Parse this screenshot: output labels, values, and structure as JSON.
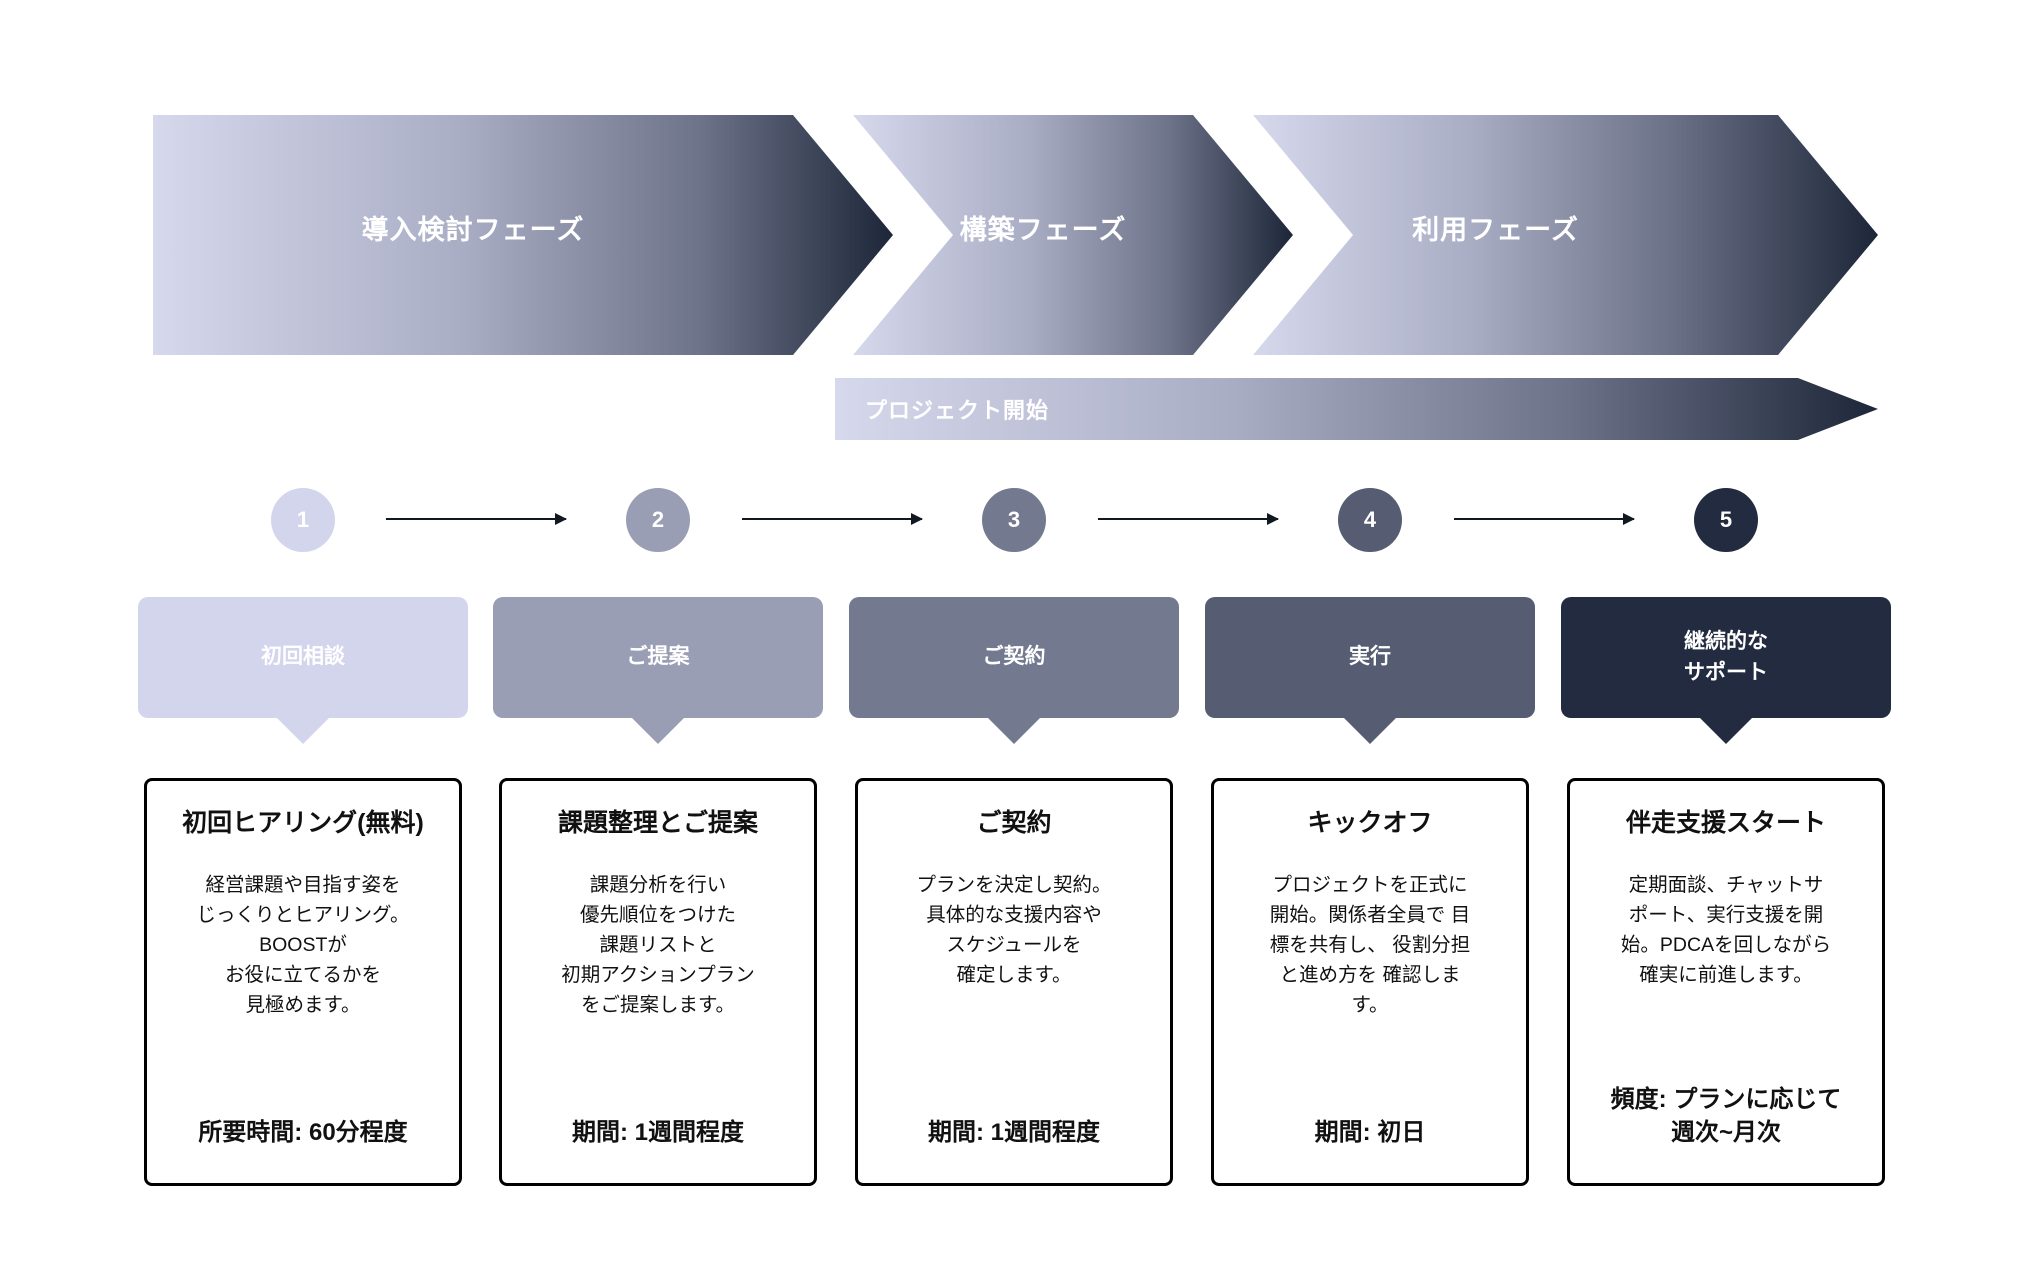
{
  "phases": [
    {
      "label": "導入検討フェーズ"
    },
    {
      "label": "構築フェーズ"
    },
    {
      "label": "利用フェーズ"
    }
  ],
  "project_start": {
    "label": "プロジェクト開始"
  },
  "colors": {
    "step1": "#d3d5ec",
    "step2": "#9a9eb4",
    "step3": "#737a90",
    "step4": "#565c72",
    "step5": "#222b3f",
    "band_light": "#d6d8ec",
    "band_dark": "#1d2639",
    "card_border": "#000000",
    "connector": "#111820"
  },
  "steps": [
    {
      "number": "1",
      "tag": "初回相談",
      "title": "初回ヒアリング(無料)",
      "desc": "経営課題や目指す姿を\nじっくりとヒアリング。\nBOOSTが\nお役に立てるかを\n見極めます。",
      "meta": "所要時間:  60分程度"
    },
    {
      "number": "2",
      "tag": "ご提案",
      "title": "課題整理とご提案",
      "desc": "課題分析を行い\n優先順位をつけた\n課題リストと\n初期アクションプラン\nをご提案します。",
      "meta": "期間:  1週間程度"
    },
    {
      "number": "3",
      "tag": "ご契約",
      "title": "ご契約",
      "desc": "プランを決定し契約。\n具体的な支援内容や\nスケジュールを\n確定します。",
      "meta": "期間:  1週間程度"
    },
    {
      "number": "4",
      "tag": "実行",
      "title": "キックオフ",
      "desc": "プロジェクトを正式に\n開始。関係者全員で 目\n標を共有し、 役割分担\nと進め方を 確認しま\nす。",
      "meta": "期間:  初日"
    },
    {
      "number": "5",
      "tag": "継続的な\nサポート",
      "title": "伴走支援スタート",
      "desc": "定期面談、チャットサ\nポート、実行支援を開\n始。PDCAを回しながら\n確実に前進します。",
      "meta": "頻度:  プランに応じて\n週次~月次"
    }
  ],
  "connectors": [
    {
      "name": "arrow-1-to-2"
    },
    {
      "name": "arrow-2-to-3"
    },
    {
      "name": "arrow-3-to-4"
    },
    {
      "name": "arrow-4-to-5"
    }
  ]
}
